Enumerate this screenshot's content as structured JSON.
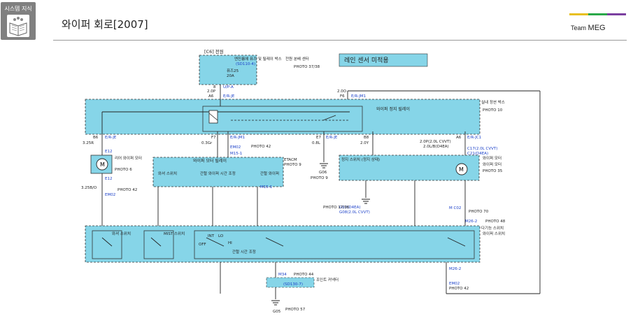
{
  "header": {
    "logo_label": "시스템 지식",
    "title": "와이퍼 회로[2007]",
    "team_prefix": "Team",
    "team_name": "MEG"
  },
  "colors": {
    "box_fill": "#86d5e8",
    "wire_label_blue": "#1a3fc8",
    "accent_yellow": "#e8c020",
    "accent_green": "#2aa84a",
    "accent_purple": "#7b3fa0"
  },
  "diagram": {
    "fuse_box_caption": "[C6] 전원",
    "fuse_header": "엔진룸에 퓨즈 및 릴레이 박스",
    "fuse_sub": "전원 분배 센터",
    "fuse_ref": "(SD110-4)",
    "fuse_photo": "PHOTO 37/38",
    "fuse_name": "퓨즈25",
    "fuse_amp": "20A",
    "rain_sensor_note": "레인 센서 미적용",
    "junction_label": "실내 정션 박스",
    "junction_photo": "PHOTO 10",
    "relay_label": "와이퍼 정지 릴레이",
    "term_8": "8",
    "term_20p": "2.0P",
    "term_a6": "A6",
    "wire_u_p_a": "U/P-A",
    "wire_e_r_je": "E/R-JE",
    "wire_e_r_jm1": "E/R-JM1",
    "term_20o": "2.0O",
    "term_f6": "F6",
    "pin_b6": "B6",
    "pin_f7": "F7",
    "pin_e7": "E7",
    "pin_b8": "B8",
    "pin_a6": "A6",
    "wire_e_r_je2": "E/R-JE",
    "wire_e_r_jm1b": "E/R-JM1",
    "wire_e_r_je3": "E/R-JE",
    "wire_e_r_jc1": "E/R-JC1",
    "w_325r": "3.25R",
    "w_03gr": "0.3Gr",
    "w_08l": "0.8L",
    "w_20y": "2.0Y",
    "w_20p_cvvt": "2.0P(2.0L CVVT)",
    "w_20l_d4ea": "2.0L/B(D4EA)",
    "rear_motor": "리어 와이퍼 모터",
    "rear_photo": "PHOTO 6",
    "c_e12": "E12",
    "c_e12b": "E12",
    "w_325bo": "3.25B/O",
    "c_em02": "EM02",
    "c_em02_photo": "PHOTO 42",
    "etacm_label": "ETACM",
    "etacm_photo": "PHOTO 9",
    "etacm_title": "와이퍼 모터 릴레이",
    "etacm_col1": "와셔 스위치",
    "etacm_col2": "간헐 와이퍼 시간 조정",
    "etacm_col3": "간헐 와이퍼",
    "c_m15_1": "M15-1",
    "c_m15_1b": "M15-1",
    "c_em02b": "EM02",
    "c_em02b_photo": "PHOTO 42",
    "ground_g06": "G06",
    "ground_g06_photo": "PHOTO 9",
    "front_motor": "와이퍼 모터",
    "front_motor_sub": "와이퍼 모터",
    "front_motor_photo": "PHOTO 35",
    "front_stop_sw": "정지 스위치 (정지 상태)",
    "c_c17_cvvt": "C17(2.0L CVVT)",
    "c_c21_d4ea": "C21(D4EA)",
    "g_g02": "G02(D4EA)",
    "g_g08": "G08(2.0L CVVT)",
    "g_photo": "PHOTO 17/36",
    "c_m02": "M C02",
    "c_m02_photo": "PHOTO 70",
    "c_m26_2": "M26-2",
    "c_m26_photo": "PHOTO 48",
    "multi_sw": "다기능 스위치",
    "washer_sw": "와셔 스위치",
    "mist_sw": "MIST 스위치",
    "wiper_sw": "와이퍼 스위치",
    "sw_int": "INT",
    "sw_lo": "LO",
    "sw_hi": "HI",
    "sw_off": "OFF",
    "int_time": "간헐 시간 조정",
    "c_m34": "M34",
    "c_m34_photo": "PHOTO 44",
    "joint_label": "조인트 커넥터",
    "joint_ref": "(SD130-7)",
    "ground_g05": "G05",
    "ground_g05_photo": "PHOTO 57",
    "c_m26_2b": "M26-2",
    "c_em02c": "EM02",
    "c_em02c_photo": "PHOTO 42"
  }
}
